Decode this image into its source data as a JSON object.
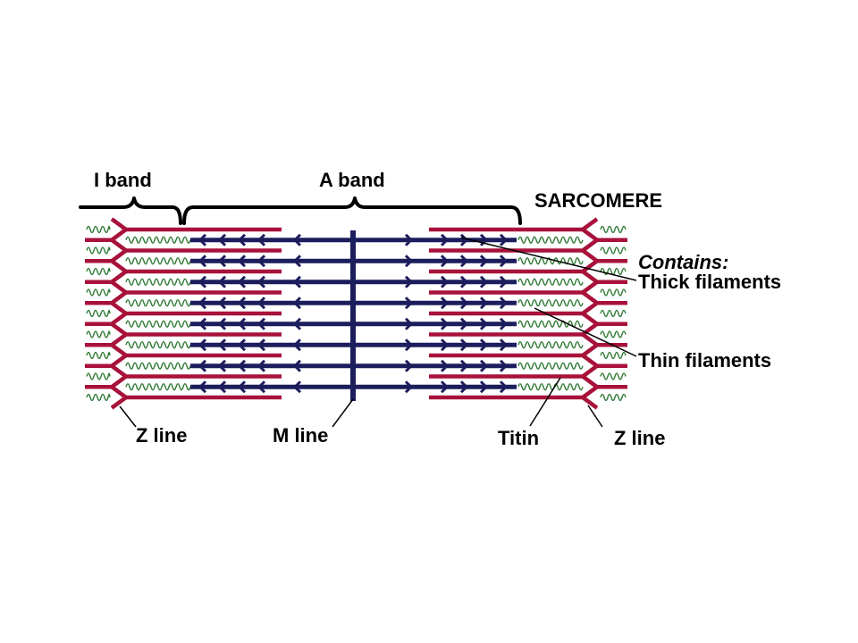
{
  "labels": {
    "i_band": "I band",
    "a_band": "A band",
    "sarcomere": "SARCOMERE",
    "contains": "Contains:",
    "thick_filaments": "Thick filaments",
    "thin_filaments": "Thin filaments",
    "z_line_left": "Z line",
    "m_line": "M line",
    "titin": "Titin",
    "z_line_right": "Z line"
  },
  "colors": {
    "thin_filament": "#a8123a",
    "thick_filament": "#1c1d5c",
    "titin": "#2f7a35",
    "background": "#ffffff",
    "text": "#000000"
  }
}
